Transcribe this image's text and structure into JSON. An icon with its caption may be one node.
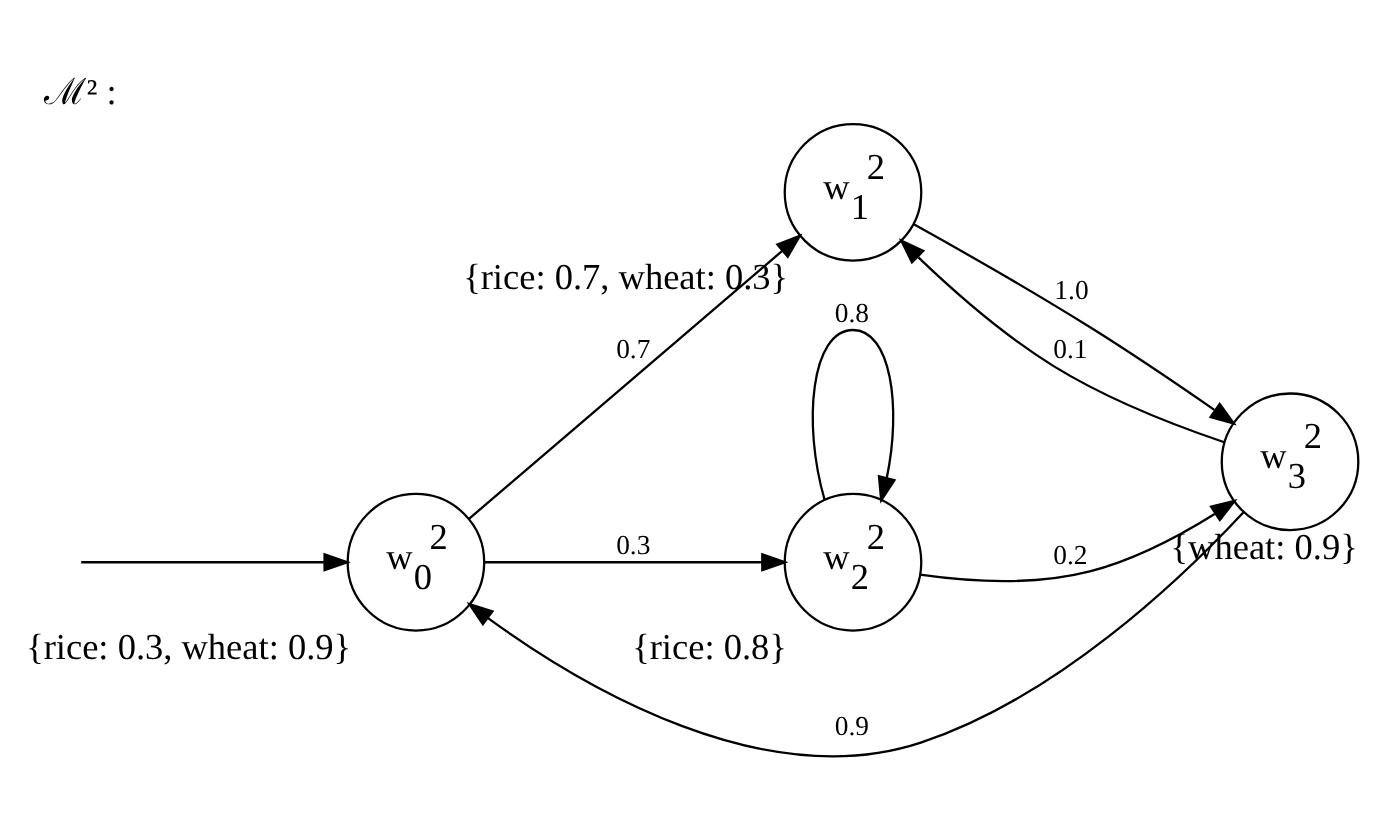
{
  "diagram": {
    "title": "ℳ² :",
    "nodes": [
      {
        "text": [
          "w$_{0}$$^{2}$"
        ],
        "beside": [
          "{rice: 0.3, wheat: 0.9}"
        ]
      },
      {
        "text": [
          "w$_{1}$$^{2}$"
        ],
        "beside": [
          "{rice: 0.7, wheat: 0.3}"
        ]
      },
      {
        "text": [
          "w$_{2}$$^{2}$"
        ],
        "beside": [
          "{rice: 0.8}"
        ]
      },
      {
        "text": [
          "w$_{3}$$^{2}$"
        ],
        "beside": [
          "{wheat: 0.9}"
        ]
      }
    ],
    "edges": [
      {
        "from": null,
        "to": 0,
        "arrow": "to"
      },
      {
        "from": 0,
        "to": 1,
        "arrow": "to",
        "label": "0.7"
      },
      {
        "from": 0,
        "to": 2,
        "arrow": "to",
        "label": "0.3"
      },
      {
        "from": 2,
        "to": 2,
        "arrow": "to",
        "label": "0.8"
      },
      {
        "from": 1,
        "to": 3,
        "arrow": "to",
        "label": "1.0"
      },
      {
        "from": 3,
        "to": 1,
        "arrow": "to",
        "label": "0.1"
      },
      {
        "from": 2,
        "to": 3,
        "arrow": "to",
        "label": "0.2"
      },
      {
        "from": 3,
        "to": 0,
        "arrow": "to",
        "label": "0.9"
      }
    ]
  }
}
